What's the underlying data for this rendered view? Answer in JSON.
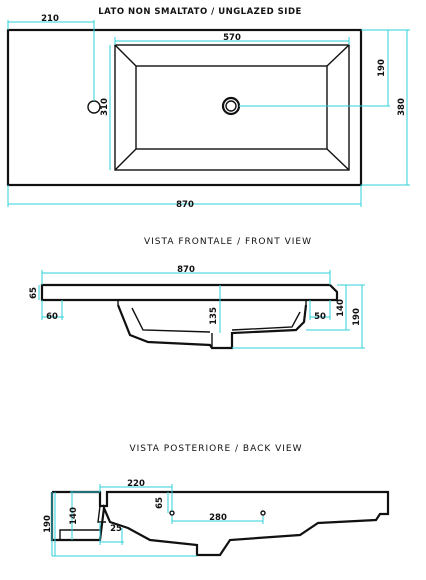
{
  "titles": {
    "top": "LATO NON SMALTATO / UNGLAZED SIDE",
    "front": "VISTA FRONTALE / FRONT VIEW",
    "back": "VISTA POSTERIORE / BACK VIEW"
  },
  "top_view": {
    "tap_offset": "210",
    "basin_width": "570",
    "basin_back_depth": "190",
    "basin_depth": "310",
    "overall_depth": "380",
    "overall_width": "870"
  },
  "front_view": {
    "overall_width": "870",
    "top_thickness": "65",
    "left_edge": "60",
    "drain_depth": "135",
    "right_edge": "50",
    "basin_height": "140",
    "overall_height": "190"
  },
  "back_view": {
    "fixing_offset": "220",
    "fixing_height": "65",
    "fixing_spacing": "280",
    "basin_height": "140",
    "overall_height": "190",
    "bracket": "25"
  },
  "colors": {
    "dimension_line": "#2fd0d9",
    "outline": "#111111"
  }
}
